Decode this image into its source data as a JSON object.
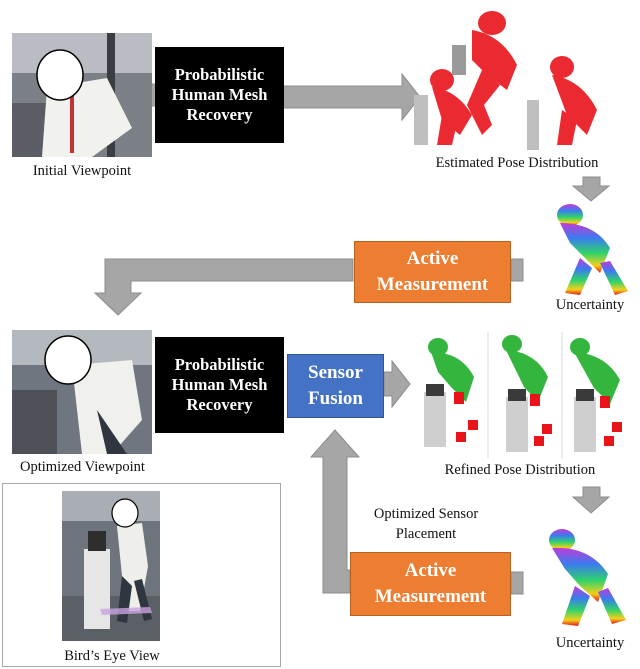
{
  "top_row": {
    "initial_viewpoint_caption": "Initial Viewpoint",
    "mesh_recovery_label": "Probabilistic Human Mesh Recovery",
    "estimated_distribution_caption": "Estimated Pose Distribution",
    "uncertainty_caption": "Uncertainty"
  },
  "middle_row": {
    "active_measurement_label": "Active Measurement"
  },
  "bottom_row": {
    "optimized_viewpoint_caption": "Optimized Viewpoint",
    "mesh_recovery_label": "Probabilistic Human Mesh Recovery",
    "sensor_fusion_label": "Sensor Fusion",
    "refined_distribution_caption": "Refined Pose Distribution",
    "optimized_placement_caption": "Optimized Sensor Placement",
    "active_measurement_label": "Active Measurement",
    "uncertainty_caption": "Uncertainty",
    "birds_eye_caption": "Bird’s Eye View"
  },
  "colors": {
    "arrow_gray": "#a6a6a6",
    "box_black": "#000000",
    "active_orange": "#ed7d31",
    "fusion_blue": "#4472c4",
    "mesh_red": "#e8141a",
    "mesh_green": "#1fae2a"
  }
}
